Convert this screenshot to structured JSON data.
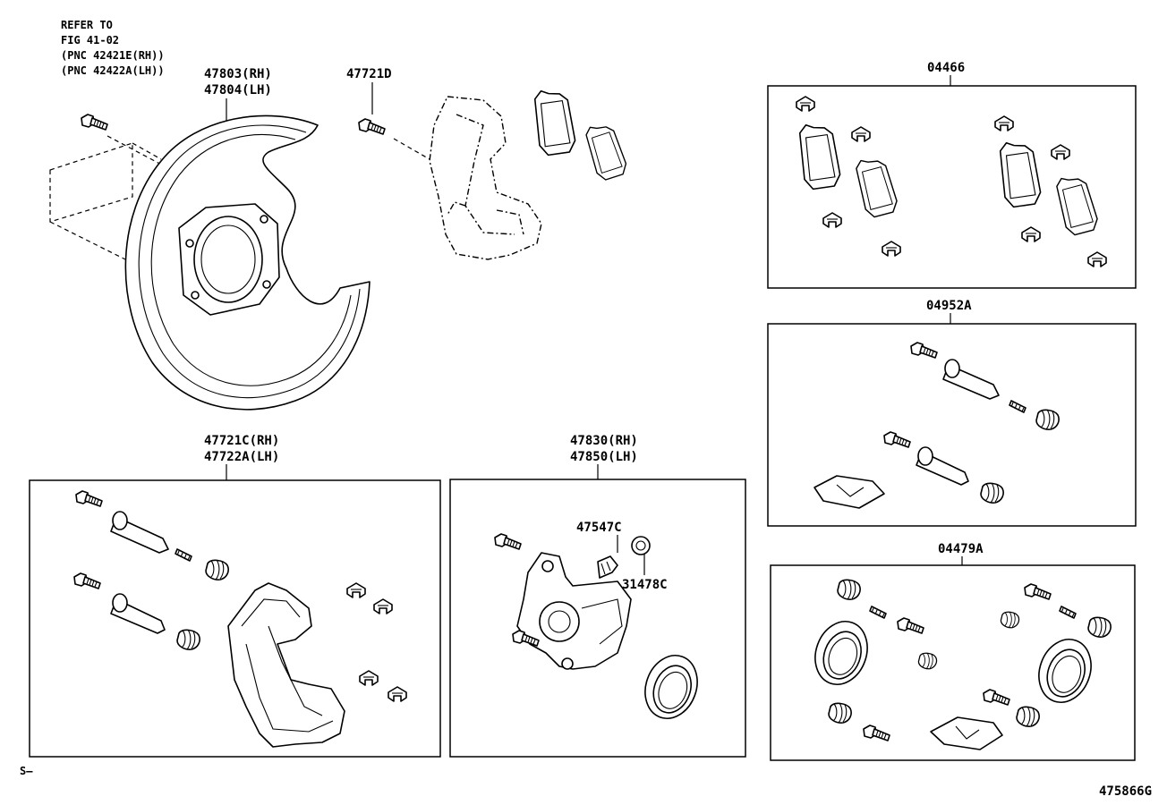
{
  "refer_note": [
    "REFER TO",
    "FIG 41-02",
    "(PNC 42421E(RH))",
    "(PNC 42422A(LH))"
  ],
  "labels": {
    "dust_cover": [
      "47803(RH)",
      "47804(LH)"
    ],
    "bolt_47721d": "47721D",
    "pad_kit": "04466",
    "slide_kit": "04952A",
    "seal_kit": "04479A",
    "mounting": [
      "47721C(RH)",
      "47722A(LH)"
    ],
    "caliper": [
      "47830(RH)",
      "47850(LH)"
    ],
    "bleeder": "47547C",
    "bleeder_cap": "31478C"
  },
  "footer": {
    "left_mark": "S–",
    "diagram_id": "475866G"
  }
}
